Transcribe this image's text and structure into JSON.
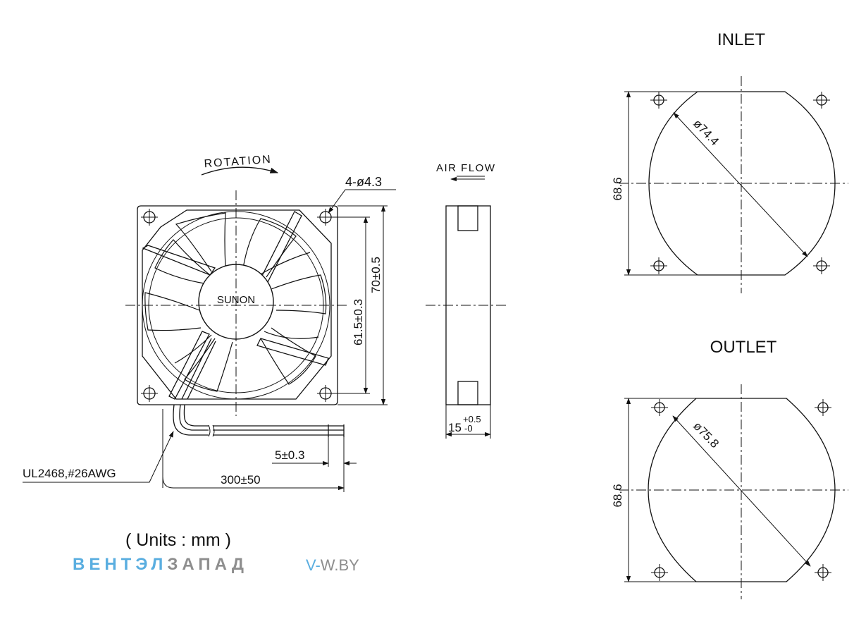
{
  "views": {
    "front": {
      "rotation_label": "ROTATION",
      "hub_label": "SUNON",
      "holes_label": "4-ø4.3",
      "dim_hole_pitch": "61.5±0.3",
      "dim_frame_size": "70±0.5",
      "wire_label": "UL2468,#26AWG",
      "dim_wire_length": "300±50",
      "dim_strip_length": "5±0.3"
    },
    "side": {
      "airflow_label": "AIR FLOW",
      "dim_thickness": "15",
      "dim_thickness_tol_upper": "+0.5",
      "dim_thickness_tol_lower": "-0"
    },
    "inlet": {
      "title": "INLET",
      "dim_diameter": "ø74.4",
      "dim_height": "68.6"
    },
    "outlet": {
      "title": "OUTLET",
      "dim_diameter": "ø75.8",
      "dim_height": "68.6"
    }
  },
  "footer": {
    "units": "( Units : mm )",
    "brand_part1": "ВЕНТЭЛ",
    "brand_part2": "ЗАПАД",
    "site_prefix": "V-",
    "site_rest": "W.BY"
  }
}
